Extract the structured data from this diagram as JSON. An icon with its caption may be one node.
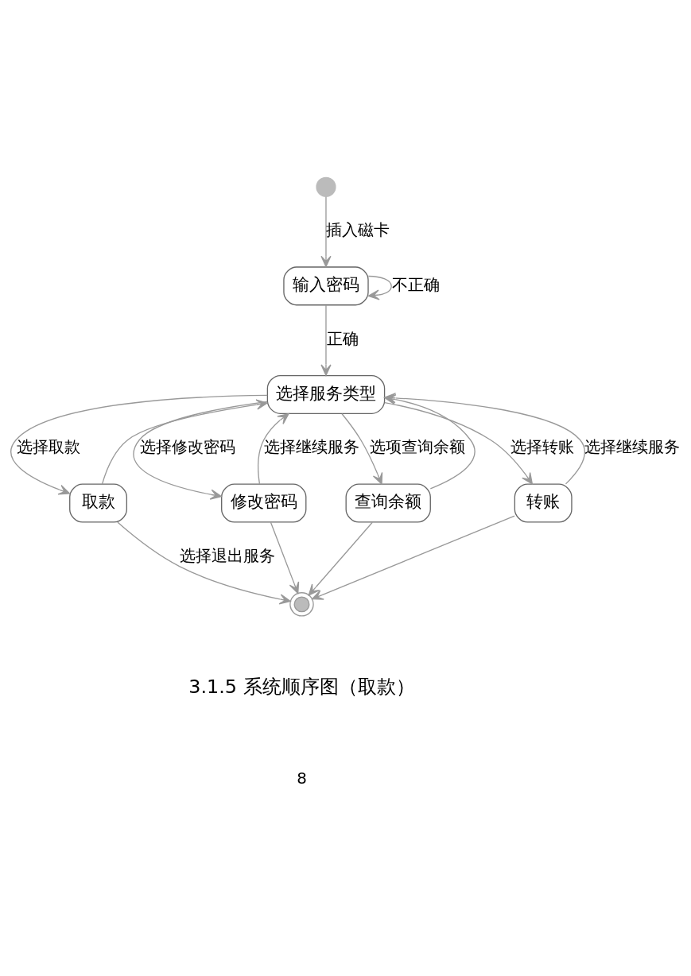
{
  "diagram": {
    "nodes": [
      {
        "text": [],
        "shape": "circle"
      },
      {
        "text": [
          "输入密码"
        ]
      },
      {
        "text": [
          "选择服务类型"
        ]
      },
      {
        "text": [
          "取款"
        ]
      },
      {
        "text": [
          "修改密码"
        ]
      },
      {
        "text": [
          "查询余额"
        ]
      },
      {
        "text": [
          "转账"
        ]
      },
      {
        "text": [],
        "shape": "circle"
      }
    ],
    "edges": [
      {
        "from": 0,
        "to": 1,
        "arrow": "to",
        "label": "插入磁卡"
      },
      {
        "from": 1,
        "to": 1,
        "arrow": "to",
        "label": "不正确"
      },
      {
        "from": 1,
        "to": 2,
        "arrow": "to",
        "label": "正确"
      },
      {
        "from": 2,
        "to": 3,
        "arrow": "to",
        "label": "选择取款"
      },
      {
        "from": 3,
        "to": 2,
        "arrow": "to"
      },
      {
        "from": 2,
        "to": 4,
        "arrow": "to",
        "label": "选择修改密码"
      },
      {
        "from": 4,
        "to": 2,
        "arrow": "to",
        "label": "选择继续服务"
      },
      {
        "from": 2,
        "to": 5,
        "arrow": "to",
        "label": "选项查询余额"
      },
      {
        "from": 5,
        "to": 2,
        "arrow": "to"
      },
      {
        "from": 2,
        "to": 6,
        "arrow": "to",
        "label": "选择转账"
      },
      {
        "from": 6,
        "to": 2,
        "arrow": "to",
        "label": "选择继续服务"
      },
      {
        "from": 3,
        "to": 7,
        "arrow": "to",
        "label": "选择退出服务"
      },
      {
        "from": 4,
        "to": 7,
        "arrow": "to"
      },
      {
        "from": 5,
        "to": 7,
        "arrow": "to"
      },
      {
        "from": 6,
        "to": 7,
        "arrow": "to"
      }
    ],
    "labels": [
      "3.1.5 系统顺序图（取款）",
      "8"
    ]
  }
}
